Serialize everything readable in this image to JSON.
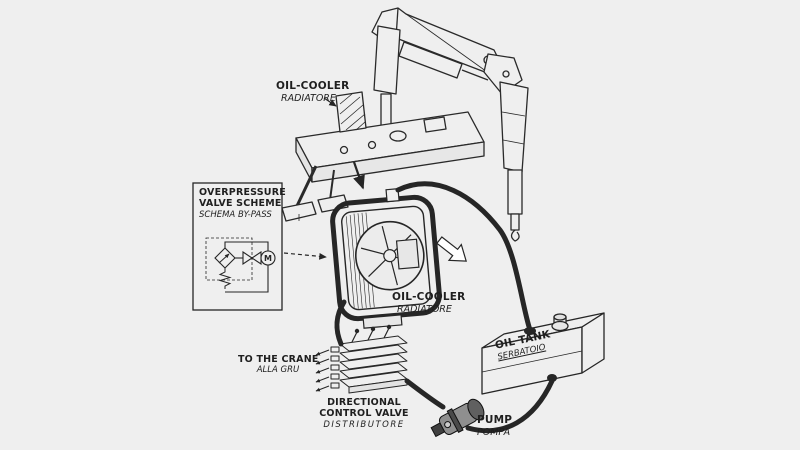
{
  "page": {
    "background": "#efefef",
    "ink": "#262626",
    "hose_color": "#262626"
  },
  "labels": {
    "cooler_top": {
      "title": "OIL-COOLER",
      "subtitle": "RADIATORE"
    },
    "scheme_box": {
      "line1": "OVERPRESSURE",
      "line2": "VALVE SCHEME",
      "line3": "SCHEMA BY-PASS",
      "motor_symbol": "M"
    },
    "cooler_mid": {
      "title": "OIL-COOLER",
      "subtitle": "RADIATORE"
    },
    "tank": {
      "title": "OIL TANK",
      "subtitle": "SERBATOIO"
    },
    "to_crane": {
      "title": "TO THE CRANE",
      "subtitle": "ALLA GRU"
    },
    "control_valve": {
      "line1": "DIRECTIONAL",
      "line2": "CONTROL VALVE",
      "line3": "DISTRIBUTORE"
    },
    "pump": {
      "title": "PUMP",
      "subtitle": "POMPA"
    }
  }
}
